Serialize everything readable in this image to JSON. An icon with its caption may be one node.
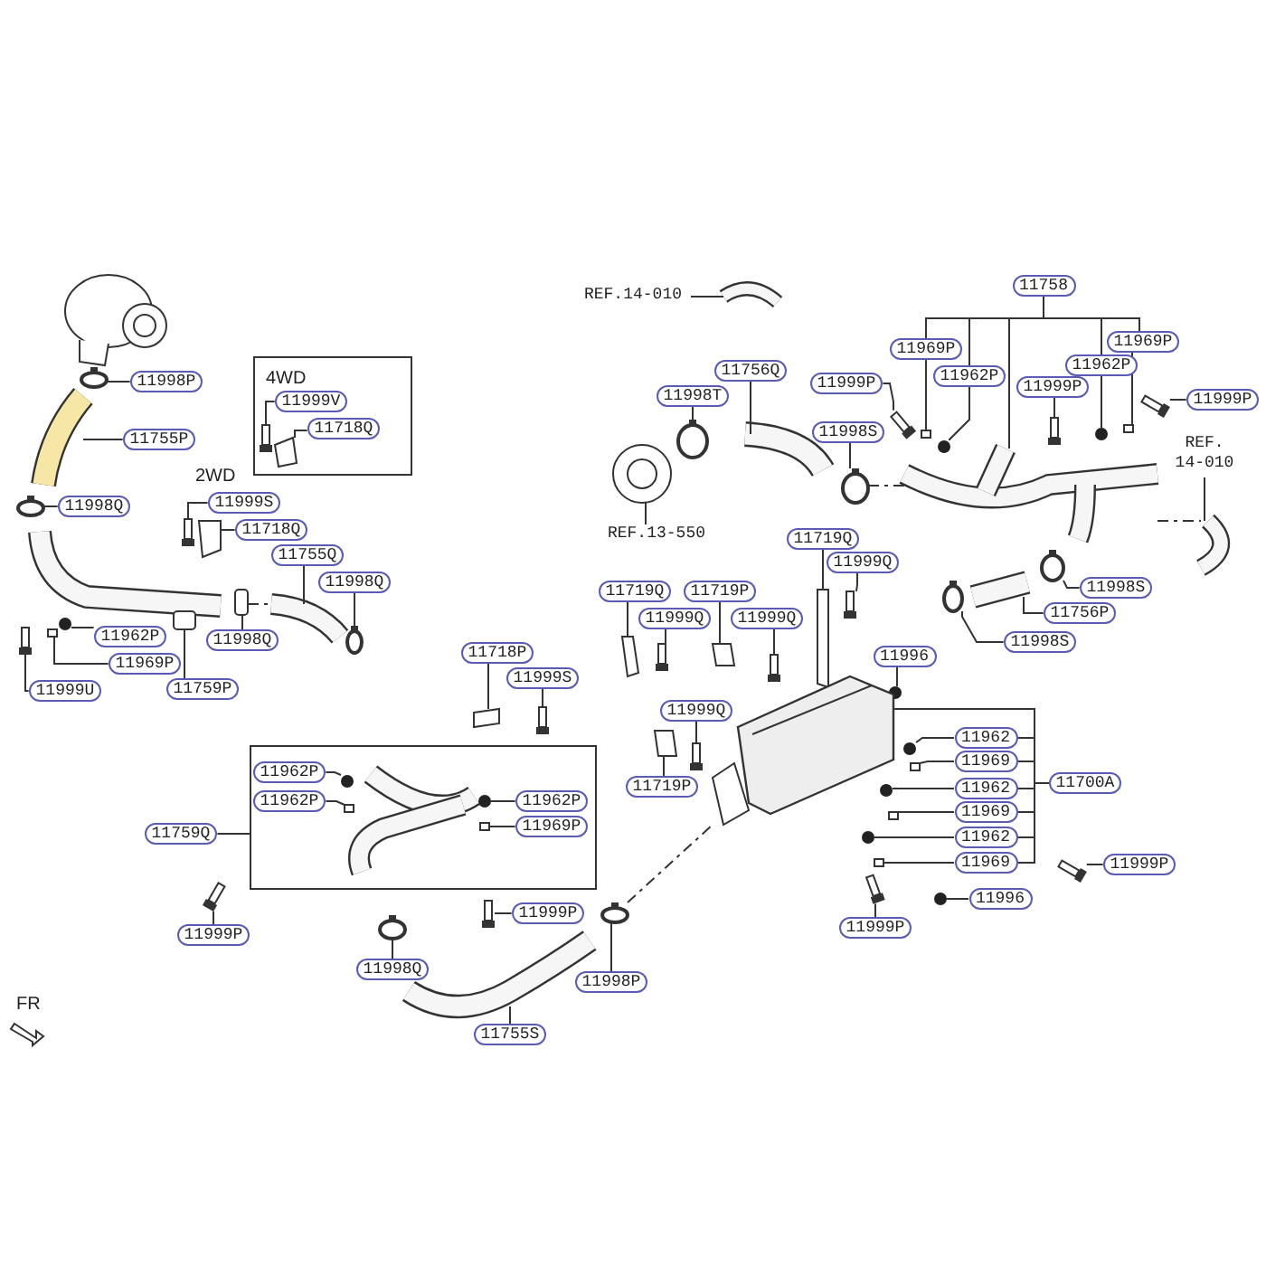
{
  "diagram": {
    "nodes": [
      {
        "text": [
          "4WD"
        ]
      },
      {
        "text": [
          "11999V"
        ],
        "in": 0
      },
      {
        "text": [
          "11718Q"
        ],
        "in": 0
      },
      {
        "text": [
          "11998P"
        ]
      },
      {
        "text": [
          "11755P"
        ]
      },
      {
        "text": [
          "11998Q"
        ]
      },
      {
        "text": [
          "11999S"
        ]
      },
      {
        "text": [
          "11718Q"
        ]
      },
      {
        "text": [
          "11755Q"
        ]
      },
      {
        "text": [
          "11998Q"
        ]
      },
      {
        "text": [
          "11998Q"
        ]
      },
      {
        "text": [
          "11962P"
        ]
      },
      {
        "text": [
          "11969P"
        ]
      },
      {
        "text": [
          "11759P"
        ]
      },
      {
        "text": [
          "11999U"
        ]
      },
      {
        "text": [
          "11718P"
        ]
      },
      {
        "text": [
          "11999S"
        ]
      },
      {
        "text": [],
        "shape": "box"
      },
      {
        "text": [
          "11962P"
        ],
        "in": 17
      },
      {
        "text": [
          "11962P"
        ],
        "in": 17
      },
      {
        "text": [
          "11962P"
        ],
        "in": 17
      },
      {
        "text": [
          "11969P"
        ],
        "in": 17
      },
      {
        "text": [
          "11759Q"
        ]
      },
      {
        "text": [
          "11999P"
        ]
      },
      {
        "text": [
          "11999P"
        ]
      },
      {
        "text": [
          "11998Q"
        ]
      },
      {
        "text": [
          "11998P"
        ]
      },
      {
        "text": [
          "11755S"
        ]
      },
      {
        "text": [
          "REF.14-010"
        ]
      },
      {
        "text": [
          "11758"
        ]
      },
      {
        "text": [
          "11969P"
        ]
      },
      {
        "text": [
          "11969P"
        ]
      },
      {
        "text": [
          "11962P"
        ]
      },
      {
        "text": [
          "11962P"
        ]
      },
      {
        "text": [
          "11999P"
        ]
      },
      {
        "text": [
          "11999P"
        ]
      },
      {
        "text": [
          "11999P"
        ]
      },
      {
        "text": [
          "11756Q"
        ]
      },
      {
        "text": [
          "11998T"
        ]
      },
      {
        "text": [
          "11998S"
        ]
      },
      {
        "text": [
          "REF.13-550"
        ]
      },
      {
        "text": [
          "REF. 14-010"
        ]
      },
      {
        "text": [
          "11998S"
        ]
      },
      {
        "text": [
          "11756P"
        ]
      },
      {
        "text": [
          "11998S"
        ]
      },
      {
        "text": [
          "11719Q"
        ]
      },
      {
        "text": [
          "11999Q"
        ]
      },
      {
        "text": [
          "11719Q"
        ]
      },
      {
        "text": [
          "11999Q"
        ]
      },
      {
        "text": [
          "11719P"
        ]
      },
      {
        "text": [
          "11999Q"
        ]
      },
      {
        "text": [
          "11996"
        ]
      },
      {
        "text": [
          "11999Q"
        ]
      },
      {
        "text": [
          "11719P"
        ]
      },
      {
        "text": [
          "11962"
        ]
      },
      {
        "text": [
          "11969"
        ]
      },
      {
        "text": [
          "11962"
        ]
      },
      {
        "text": [
          "11969"
        ]
      },
      {
        "text": [
          "11962"
        ]
      },
      {
        "text": [
          "11969"
        ]
      },
      {
        "text": [
          "11700A"
        ]
      },
      {
        "text": [
          "11999P"
        ]
      },
      {
        "text": [
          "11996"
        ]
      },
      {
        "text": [
          "11999P"
        ]
      },
      {
        "text": [],
        "shape": "bar",
        "in": 0
      },
      {
        "text": [],
        "shape": "box",
        "in": 0
      },
      {
        "text": [],
        "shape": "circle"
      },
      {
        "text": [],
        "shape": "picture"
      },
      {
        "text": [],
        "shape": "circle"
      },
      {
        "text": [],
        "shape": "picture"
      },
      {
        "text": [],
        "shape": "bar"
      },
      {
        "text": [],
        "shape": "box"
      },
      {
        "text": [],
        "shape": "picture"
      },
      {
        "text": [],
        "shape": "circle"
      },
      {
        "text": [],
        "shape": "box"
      },
      {
        "text": [],
        "shape": "circle"
      },
      {
        "text": [],
        "shape": "box"
      },
      {
        "text": [],
        "shape": "box"
      },
      {
        "text": [],
        "shape": "bar"
      },
      {
        "text": [],
        "shape": "box"
      },
      {
        "text": [],
        "shape": "bar"
      },
      {
        "text": [],
        "shape": "circle",
        "in": 17
      },
      {
        "text": [],
        "shape": "box",
        "in": 17
      },
      {
        "text": [],
        "shape": "circle",
        "in": 17
      },
      {
        "text": [],
        "shape": "box",
        "in": 17
      },
      {
        "text": [],
        "shape": "bar"
      },
      {
        "text": [],
        "shape": "bar"
      },
      {
        "text": [],
        "shape": "circle"
      },
      {
        "text": [],
        "shape": "circle"
      },
      {
        "text": [],
        "shape": "picture"
      },
      {
        "text": [],
        "shape": "picture"
      },
      {
        "text": [],
        "shape": "picture"
      },
      {
        "text": [],
        "shape": "box"
      },
      {
        "text": [],
        "shape": "box"
      },
      {
        "text": [],
        "shape": "circle"
      },
      {
        "text": [],
        "shape": "circle"
      },
      {
        "text": [],
        "shape": "bar"
      },
      {
        "text": [],
        "shape": "bar"
      },
      {
        "text": [],
        "shape": "bar"
      },
      {
        "text": [],
        "shape": "picture"
      },
      {
        "text": [],
        "shape": "circle"
      },
      {
        "text": [],
        "shape": "circle"
      },
      {
        "text": [],
        "shape": "picture"
      },
      {
        "text": [],
        "shape": "picture"
      },
      {
        "text": [],
        "shape": "circle"
      },
      {
        "text": [],
        "shape": "picture"
      },
      {
        "text": [],
        "shape": "circle"
      },
      {
        "text": [],
        "shape": "box"
      },
      {
        "text": [],
        "shape": "bar"
      },
      {
        "text": [],
        "shape": "box"
      },
      {
        "text": [],
        "shape": "bar"
      },
      {
        "text": [],
        "shape": "box"
      },
      {
        "text": [],
        "shape": "bar"
      },
      {
        "text": [],
        "shape": "circle"
      },
      {
        "text": [],
        "shape": "bar"
      },
      {
        "text": [],
        "shape": "box"
      },
      {
        "text": [],
        "shape": "circle"
      },
      {
        "text": [],
        "shape": "box"
      },
      {
        "text": [],
        "shape": "circle"
      },
      {
        "text": [],
        "shape": "box"
      },
      {
        "text": [],
        "shape": "circle"
      },
      {
        "text": [],
        "shape": "box"
      },
      {
        "text": [],
        "shape": "picture"
      },
      {
        "text": [],
        "shape": "bar"
      },
      {
        "text": [],
        "shape": "circle"
      },
      {
        "text": [],
        "shape": "bar"
      }
    ],
    "edges": [
      {
        "from": 1,
        "to": 64,
        "arrow": "none"
      },
      {
        "from": 2,
        "to": 65,
        "arrow": "none"
      },
      {
        "from": 3,
        "to": 66,
        "arrow": "none"
      },
      {
        "from": 4,
        "to": 67,
        "arrow": "none"
      },
      {
        "from": 5,
        "to": 68,
        "arrow": "none"
      },
      {
        "from": 6,
        "to": 70,
        "arrow": "none"
      },
      {
        "from": 7,
        "to": 71,
        "arrow": "none"
      },
      {
        "from": 8,
        "to": 72,
        "arrow": "none"
      },
      {
        "from": 9,
        "to": 73,
        "arrow": "none"
      },
      {
        "from": 10,
        "to": 74,
        "arrow": "none"
      },
      {
        "from": 11,
        "to": 75,
        "arrow": "none"
      },
      {
        "from": 12,
        "to": 76,
        "arrow": "none"
      },
      {
        "from": 13,
        "to": 77,
        "arrow": "none"
      },
      {
        "from": 14,
        "to": 78,
        "arrow": "none"
      },
      {
        "from": 15,
        "to": 79,
        "arrow": "none"
      },
      {
        "from": 16,
        "to": 80,
        "arrow": "none"
      },
      {
        "from": 18,
        "to": 81,
        "arrow": "none"
      },
      {
        "from": 19,
        "to": 82,
        "arrow": "none"
      },
      {
        "from": 20,
        "to": 83,
        "arrow": "none"
      },
      {
        "from": 21,
        "to": 84,
        "arrow": "none"
      },
      {
        "from": 22,
        "to": 17,
        "arrow": "none"
      },
      {
        "from": 23,
        "to": 85,
        "arrow": "none"
      },
      {
        "from": 24,
        "to": 86,
        "arrow": "none"
      },
      {
        "from": 25,
        "to": 87,
        "arrow": "none"
      },
      {
        "from": 26,
        "to": 88,
        "arrow": "none"
      },
      {
        "from": 27,
        "to": 89,
        "arrow": "none"
      },
      {
        "from": 28,
        "to": 90,
        "arrow": "none"
      },
      {
        "from": 29,
        "to": 30,
        "arrow": "none"
      },
      {
        "from": 29,
        "to": 32,
        "arrow": "none"
      },
      {
        "from": 29,
        "to": 91,
        "arrow": "none"
      },
      {
        "from": 29,
        "to": 33,
        "arrow": "none"
      },
      {
        "from": 29,
        "to": 31,
        "arrow": "none"
      },
      {
        "from": 30,
        "to": 92,
        "arrow": "none"
      },
      {
        "from": 31,
        "to": 93,
        "arrow": "none"
      },
      {
        "from": 32,
        "to": 94,
        "arrow": "none"
      },
      {
        "from": 33,
        "to": 95,
        "arrow": "none"
      },
      {
        "from": 34,
        "to": 96,
        "arrow": "none"
      },
      {
        "from": 35,
        "to": 97,
        "arrow": "none"
      },
      {
        "from": 36,
        "to": 98,
        "arrow": "none"
      },
      {
        "from": 37,
        "to": 99,
        "arrow": "none"
      },
      {
        "from": 38,
        "to": 100,
        "arrow": "none"
      },
      {
        "from": 39,
        "to": 101,
        "arrow": "none"
      },
      {
        "from": 40,
        "to": 102,
        "arrow": "none"
      },
      {
        "from": 41,
        "to": 103,
        "arrow": "none"
      },
      {
        "from": 42,
        "to": 104,
        "arrow": "none"
      },
      {
        "from": 43,
        "to": 105,
        "arrow": "none"
      },
      {
        "from": 44,
        "to": 106,
        "arrow": "none"
      },
      {
        "from": 45,
        "to": 107,
        "arrow": "none"
      },
      {
        "from": 46,
        "to": 108,
        "arrow": "none"
      },
      {
        "from": 47,
        "to": 109,
        "arrow": "none"
      },
      {
        "from": 48,
        "to": 110,
        "arrow": "none"
      },
      {
        "from": 49,
        "to": 111,
        "arrow": "none"
      },
      {
        "from": 50,
        "to": 112,
        "arrow": "none"
      },
      {
        "from": 51,
        "to": 113,
        "arrow": "none"
      },
      {
        "from": 52,
        "to": 114,
        "arrow": "none"
      },
      {
        "from": 53,
        "to": 115,
        "arrow": "none"
      },
      {
        "from": 54,
        "to": 116,
        "arrow": "none"
      },
      {
        "from": 55,
        "to": 117,
        "arrow": "none"
      },
      {
        "from": 56,
        "to": 118,
        "arrow": "none"
      },
      {
        "from": 57,
        "to": 119,
        "arrow": "none"
      },
      {
        "from": 58,
        "to": 120,
        "arrow": "none"
      },
      {
        "from": 59,
        "to": 121,
        "arrow": "none"
      },
      {
        "from": 60,
        "to": 54,
        "arrow": "none"
      },
      {
        "from": 60,
        "to": 55,
        "arrow": "none"
      },
      {
        "from": 60,
        "to": 56,
        "arrow": "none"
      },
      {
        "from": 60,
        "to": 57,
        "arrow": "none"
      },
      {
        "from": 60,
        "to": 58,
        "arrow": "none"
      },
      {
        "from": 60,
        "to": 59,
        "arrow": "none"
      },
      {
        "from": 60,
        "to": 122,
        "arrow": "none"
      },
      {
        "from": 61,
        "to": 123,
        "arrow": "none"
      },
      {
        "from": 62,
        "to": 124,
        "arrow": "none"
      },
      {
        "from": 63,
        "to": 125,
        "arrow": "none"
      },
      {
        "from": 74,
        "to": 72,
        "arrow": "none",
        "style": "dashed"
      },
      {
        "from": 88,
        "to": 122,
        "arrow": "none",
        "style": "dashed"
      },
      {
        "from": 101,
        "to": 91,
        "arrow": "none",
        "style": "dashed"
      },
      {
        "from": 91,
        "to": 103,
        "arrow": "none",
        "style": "dashed"
      }
    ],
    "labels": [
      "2WD",
      "FR"
    ]
  }
}
